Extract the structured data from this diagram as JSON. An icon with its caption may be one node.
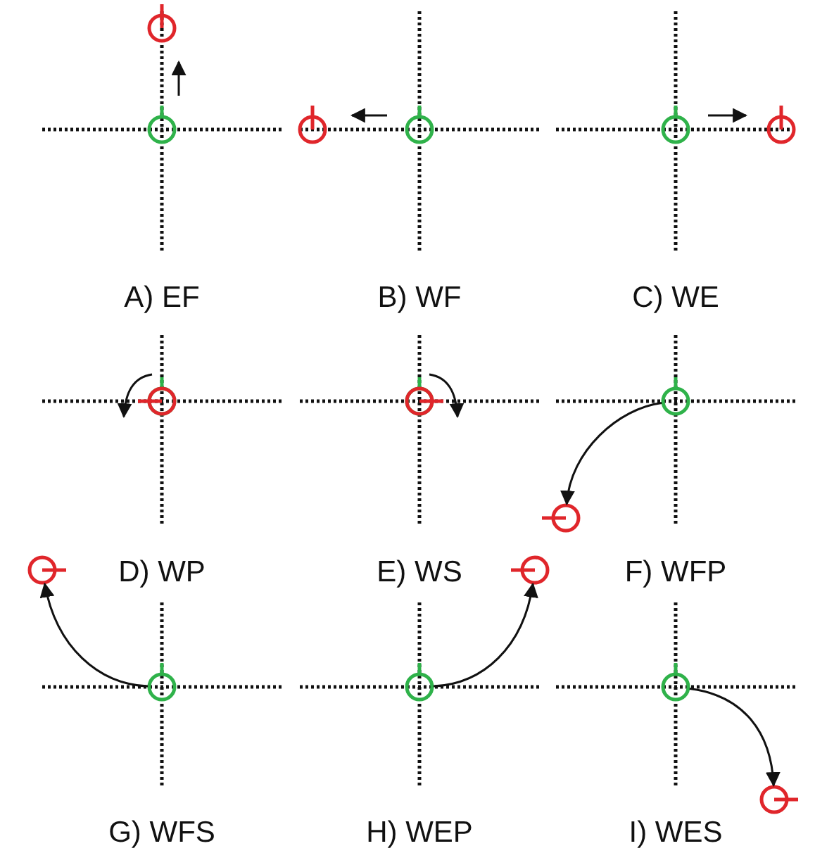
{
  "diagram": {
    "nodes": [
      {
        "text": [],
        "shape": "circle"
      },
      {
        "text": [],
        "shape": "circle"
      },
      {
        "text": [],
        "shape": "circle"
      },
      {
        "text": [],
        "shape": "circle"
      },
      {
        "text": [],
        "shape": "circle"
      },
      {
        "text": [],
        "shape": "circle"
      },
      {
        "text": [],
        "shape": "circle"
      },
      {
        "text": [],
        "shape": "circle"
      }
    ],
    "edges": [
      {
        "from": 0,
        "to": 1,
        "arrow": "to"
      },
      {
        "from": 2,
        "to": 3,
        "arrow": "to"
      },
      {
        "from": 4,
        "to": 5,
        "arrow": "to"
      },
      {
        "from": 6,
        "to": 7,
        "arrow": "to"
      }
    ],
    "labels": [
      "A) EF",
      "B) WF",
      "C) WE",
      "D) WP",
      "E) WS",
      "F) WFP",
      "G) WFS",
      "H) WEP",
      "I) WES"
    ]
  }
}
